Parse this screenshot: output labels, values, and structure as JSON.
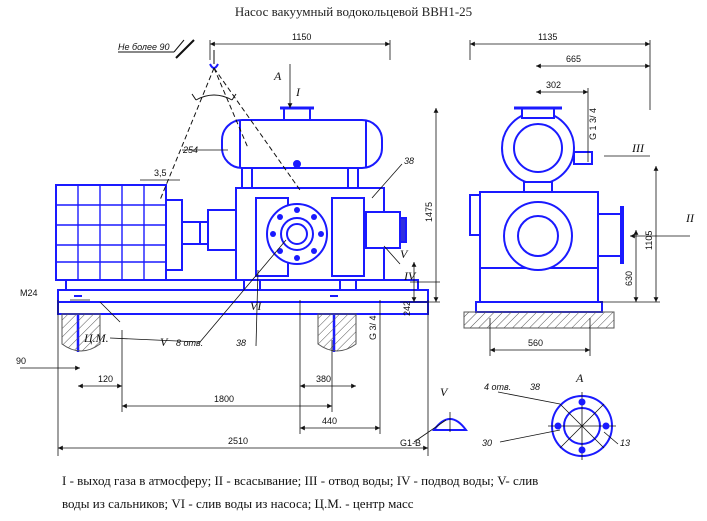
{
  "title": "Насос вакуумный водокольцевой ВВН1-25",
  "legend": {
    "line1": "I -  выход газа в атмосферу; II - всасывание; III - отвод воды; IV - подвод воды; V- слив",
    "line2": "воды из сальников; VI - слив воды из насоса; Ц.М. - центр масс"
  },
  "labels": {
    "no_more_90": "Не более 90",
    "w254": "254",
    "w38": "38",
    "w35": "3,5",
    "d1150": "1150",
    "d1135": "1135",
    "d665": "665",
    "d302": "302",
    "g134": "G 1 3/ 4",
    "d1475": "1475",
    "d1105": "1105",
    "d630": "630",
    "d242": "242",
    "g34": "G 3/ 4",
    "m24": "M24",
    "d90": "90",
    "d120": "120",
    "d1800": "1800",
    "d380": "380",
    "d440": "440",
    "d2510": "2510",
    "d560": "560",
    "cm": "Ц.М.",
    "holes8": "8 отв.",
    "holes4": "4 отв.",
    "w30": "30",
    "w13": "13",
    "g1b": "G1-B",
    "view_a": "A",
    "view_a2": "A",
    "rI": "I",
    "rII": "II",
    "rIII": "III",
    "rIV": "IV",
    "rV": "V",
    "rV2": "V",
    "rV3": "V",
    "rVI": "VI"
  },
  "colors": {
    "machine": "#1a1aff",
    "fill": "#2f2fe0",
    "lines": "#111111",
    "ground": "#555555"
  }
}
